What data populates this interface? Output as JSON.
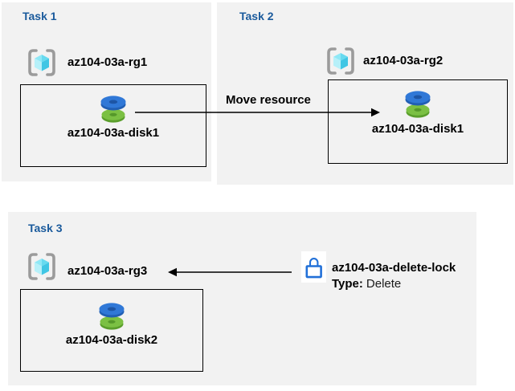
{
  "colors": {
    "panel_bg": "#f2f2f2",
    "heading_blue": "#1a5a9c",
    "text": "#000000",
    "arrow": "#000000",
    "lock_blue": "#2170d8",
    "disk_blue": "#3078d7",
    "disk_green": "#7bc043",
    "bracket_gray": "#9b9b9b"
  },
  "tasks": [
    {
      "title": "Task 1",
      "rg_label": "az104-03a-rg1",
      "disk_label": "az104-03a-disk1"
    },
    {
      "title": "Task 2",
      "rg_label": "az104-03a-rg2",
      "disk_label": "az104-03a-disk1"
    },
    {
      "title": "Task 3",
      "rg_label": "az104-03a-rg3",
      "disk_label": "az104-03a-disk2"
    }
  ],
  "move_arrow": {
    "label": "Move resource"
  },
  "lock": {
    "name": "az104-03a-delete-lock",
    "type_label": "Type:",
    "type_value": "Delete"
  },
  "icons": {
    "resource_group": "resource-group-icon",
    "disk": "managed-disk-icon",
    "lock": "delete-lock-icon",
    "move_arrow": "right-arrow",
    "lock_arrow": "left-arrow"
  }
}
